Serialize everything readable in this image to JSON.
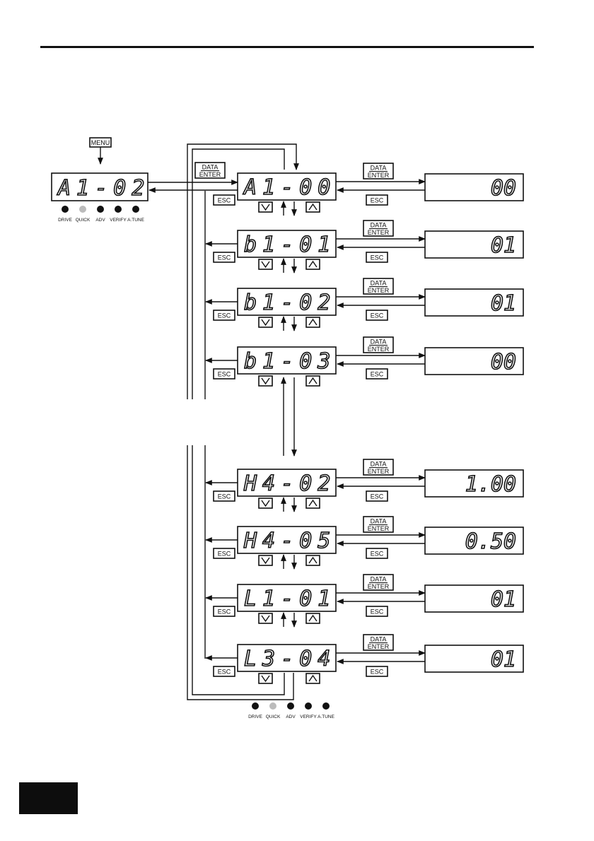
{
  "keys": {
    "menu": "MENU",
    "data": "DATA",
    "enter": "ENTER",
    "esc": "ESC"
  },
  "leds": [
    "DRIVE",
    "QUICK",
    "ADV",
    "VERIFY",
    "A.TUNE"
  ],
  "main_display": "A1-02",
  "rows": [
    {
      "param": "A1-00",
      "value": "00"
    },
    {
      "param": "b1-01",
      "value": "01"
    },
    {
      "param": "b1-02",
      "value": "01"
    },
    {
      "param": "b1-03",
      "value": "00"
    },
    {
      "param": "H4-02",
      "value": "1.00"
    },
    {
      "param": "H4-05",
      "value": "0.50"
    },
    {
      "param": "L1-01",
      "value": "01"
    },
    {
      "param": "L3-04",
      "value": "01"
    }
  ]
}
